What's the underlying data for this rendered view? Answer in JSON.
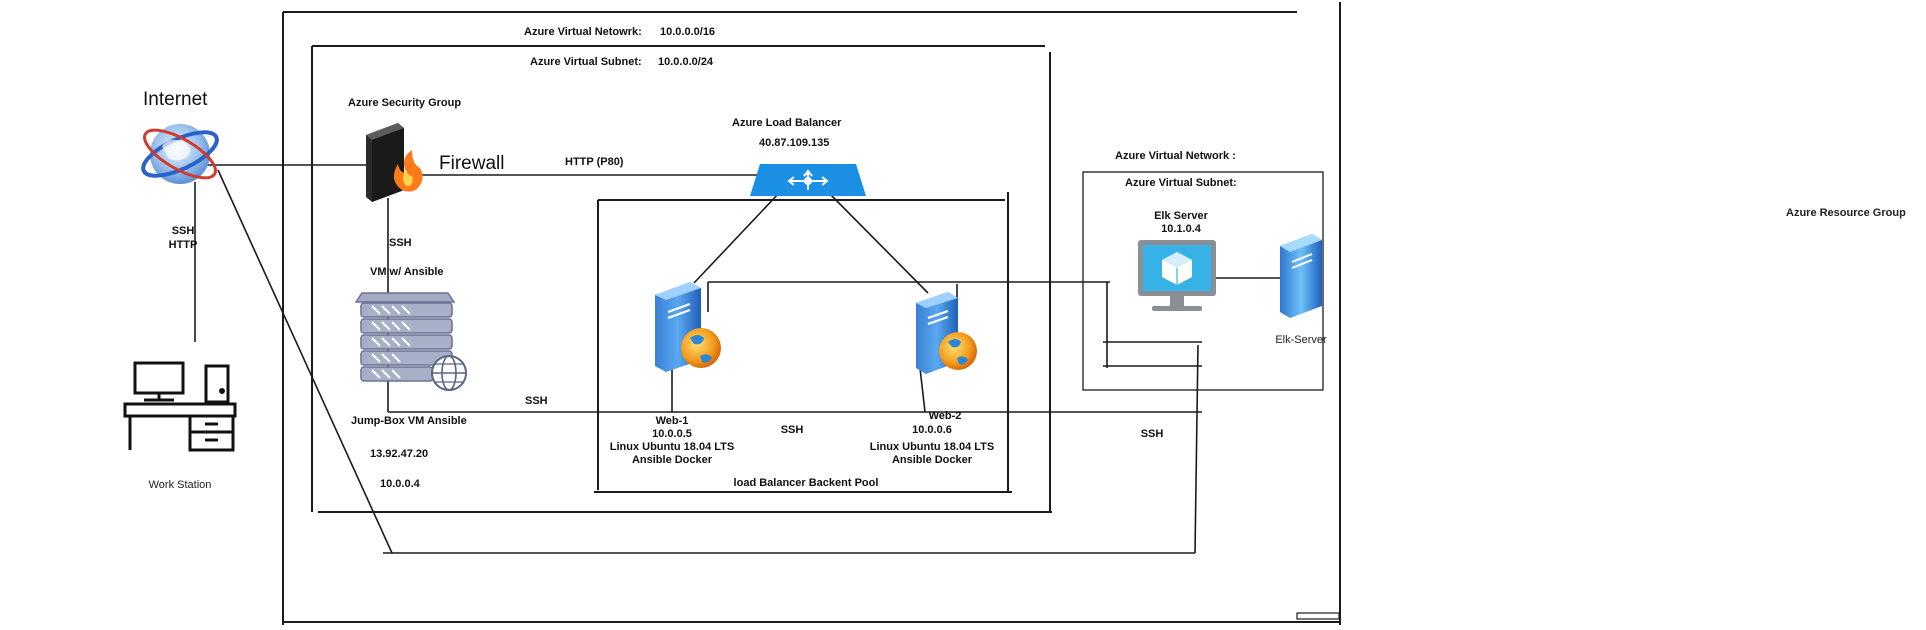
{
  "vnet": {
    "label": "Azure Virtual Netowrk:",
    "cidr": "10.0.0.0/16"
  },
  "subnet": {
    "label": "Azure Virtual Subnet:",
    "cidr": "10.0.0.0/24"
  },
  "internet": {
    "label": "Internet"
  },
  "workstation": {
    "label": "Work Station"
  },
  "security_group": {
    "label": "Azure Security Group"
  },
  "firewall": {
    "label": "Firewall"
  },
  "protocols": {
    "internet_ws": [
      "SSH",
      "HTTP"
    ],
    "http": "HTTP (P80)",
    "ssh": "SSH"
  },
  "jumpbox": {
    "title": "VM w/ Ansible",
    "name": "Jump-Box VM Ansible",
    "public_ip": "13.92.47.20",
    "private_ip": "10.0.0.4"
  },
  "load_balancer": {
    "title": "Azure Load Balancer",
    "ip": "40.87.109.135"
  },
  "web1": {
    "name": "Web-1",
    "ip": "10.0.0.5",
    "os": "Linux Ubuntu 18.04 LTS",
    "apps": "Ansible Docker"
  },
  "web2": {
    "name": "Web-2",
    "ip": "10.0.0.6",
    "os": "Linux Ubuntu 18.04 LTS",
    "apps": "Ansible Docker"
  },
  "backend_pool": {
    "label": "load Balancer Backent Pool"
  },
  "elk_vnet": {
    "label": "Azure Virtual Network :"
  },
  "elk_subnet": {
    "label": "Azure Virtual Subnet:"
  },
  "elk": {
    "name": "Elk Server",
    "ip": "10.1.0.4",
    "server_label": "Elk-Server"
  },
  "resource_group": {
    "label": "Azure Resource Group"
  },
  "colors": {
    "line": "#1b1b1b",
    "azure_blue": "#1e90e0",
    "lb_blue": "#1a8fe3",
    "server_grey": "#a8b0c8"
  }
}
